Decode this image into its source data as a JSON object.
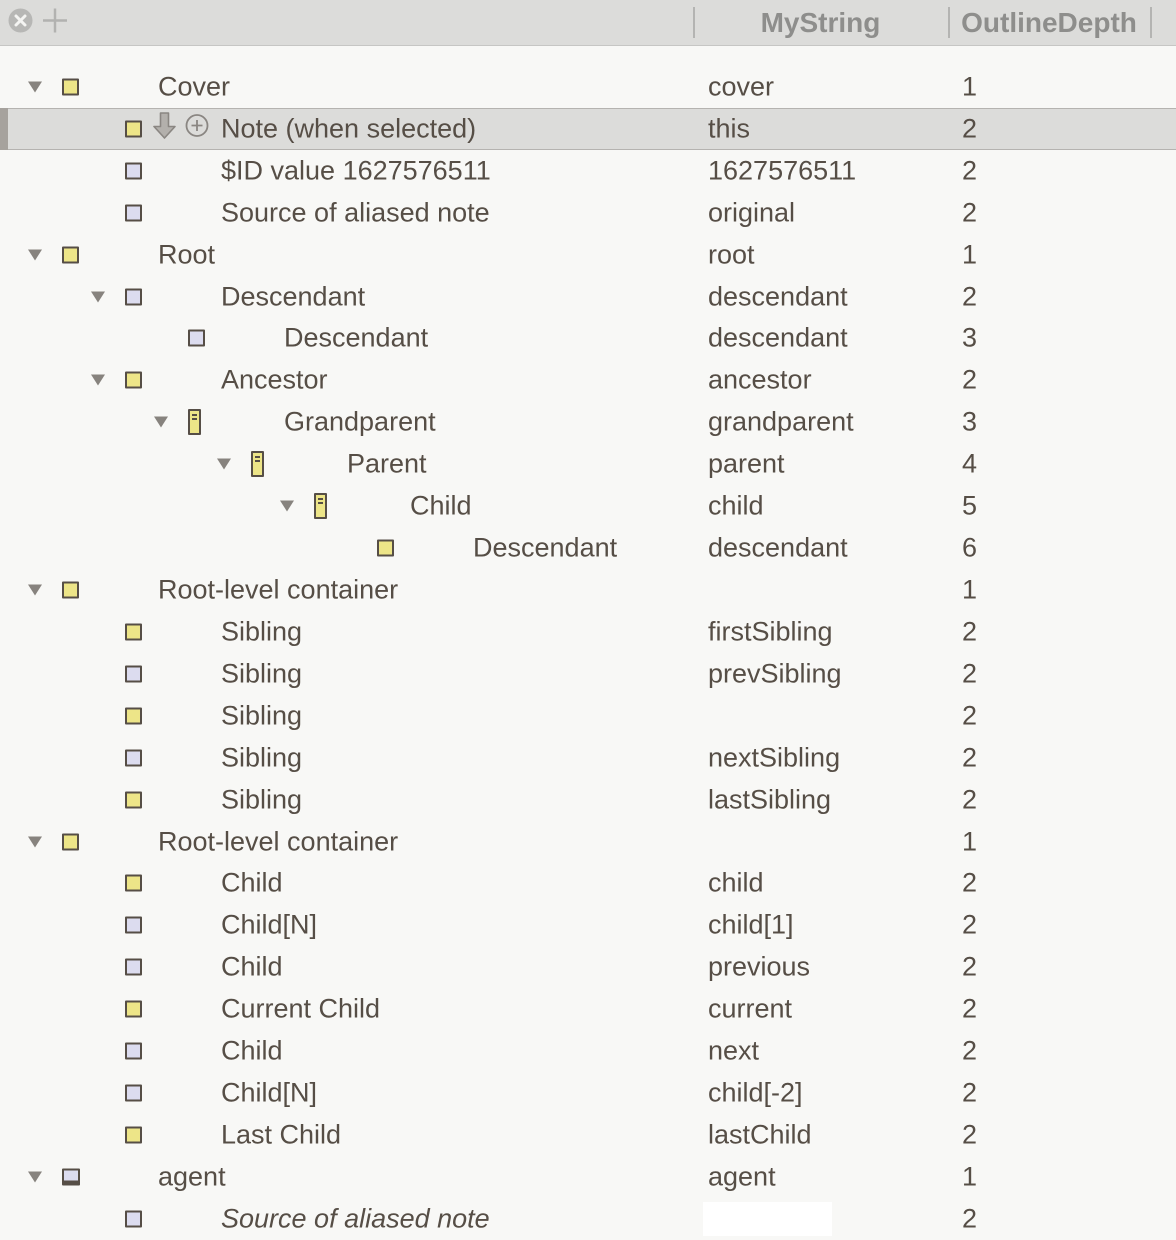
{
  "toolbar": {
    "remove_icon": "circle-x-icon",
    "add_icon": "plus-icon",
    "columns": [
      {
        "label": "MyString"
      },
      {
        "label": "OutlineDepth"
      }
    ]
  },
  "colors": {
    "bg_content": "#f8f8f6",
    "bg_toolbar": "#dcdcda",
    "text_dark": "#564e46",
    "header_text": "#8e8e8c",
    "note_yellow": "#ede588",
    "note_lavender": "#dcdcef",
    "icon_border": "#564e46",
    "triangle_gray": "#87837e",
    "sel_bg": "#dcdcda",
    "sel_border": "#b5b3b0",
    "sel_bar": "#a6a29d",
    "col_sep": "#b4b4b2"
  },
  "outline": {
    "rows": [
      {
        "label": "Cover",
        "mystring": "cover",
        "depth": "1",
        "level": 1,
        "icon": "container-yellow",
        "triangle": true
      },
      {
        "label": "Note (when selected)",
        "mystring": "this",
        "depth": "2",
        "level": 2,
        "icon": "note-yellow",
        "selected": true,
        "badges": [
          "move-down-arrow-icon",
          "add-circle-icon"
        ]
      },
      {
        "label": "$ID value 1627576511",
        "mystring": "1627576511",
        "depth": "2",
        "level": 2,
        "icon": "note-lavender"
      },
      {
        "label": "Source of aliased note",
        "mystring": "original",
        "depth": "2",
        "level": 2,
        "icon": "note-lavender"
      },
      {
        "label": "Root",
        "mystring": "root",
        "depth": "1",
        "level": 1,
        "icon": "container-yellow",
        "triangle": true
      },
      {
        "label": "Descendant",
        "mystring": "descendant",
        "depth": "2",
        "level": 2,
        "icon": "note-lavender",
        "triangle": true
      },
      {
        "label": "Descendant",
        "mystring": "descendant",
        "depth": "3",
        "level": 3,
        "icon": "note-lavender"
      },
      {
        "label": "Ancestor",
        "mystring": "ancestor",
        "depth": "2",
        "level": 2,
        "icon": "container-yellow",
        "triangle": true
      },
      {
        "label": "Grandparent",
        "mystring": "grandparent",
        "depth": "3",
        "level": 3,
        "icon": "note-tall-yellow",
        "triangle": true
      },
      {
        "label": "Parent",
        "mystring": "parent",
        "depth": "4",
        "level": 4,
        "icon": "note-tall-yellow",
        "triangle": true
      },
      {
        "label": "Child",
        "mystring": "child",
        "depth": "5",
        "level": 5,
        "icon": "note-tall-yellow",
        "triangle": true
      },
      {
        "label": "Descendant",
        "mystring": "descendant",
        "depth": "6",
        "level": 6,
        "icon": "note-yellow"
      },
      {
        "label": "Root-level container",
        "mystring": "",
        "depth": "1",
        "level": 1,
        "icon": "container-yellow",
        "triangle": true
      },
      {
        "label": "Sibling",
        "mystring": "firstSibling",
        "depth": "2",
        "level": 2,
        "icon": "note-yellow"
      },
      {
        "label": "Sibling",
        "mystring": "prevSibling",
        "depth": "2",
        "level": 2,
        "icon": "note-lavender"
      },
      {
        "label": "Sibling",
        "mystring": "",
        "depth": "2",
        "level": 2,
        "icon": "note-yellow"
      },
      {
        "label": "Sibling",
        "mystring": "nextSibling",
        "depth": "2",
        "level": 2,
        "icon": "note-lavender"
      },
      {
        "label": "Sibling",
        "mystring": "lastSibling",
        "depth": "2",
        "level": 2,
        "icon": "note-yellow"
      },
      {
        "label": "Root-level container",
        "mystring": "",
        "depth": "1",
        "level": 1,
        "icon": "container-yellow",
        "triangle": true
      },
      {
        "label": "Child",
        "mystring": "child",
        "depth": "2",
        "level": 2,
        "icon": "note-yellow"
      },
      {
        "label": "Child[N]",
        "mystring": "child[1]",
        "depth": "2",
        "level": 2,
        "icon": "note-lavender"
      },
      {
        "label": "Child",
        "mystring": "previous",
        "depth": "2",
        "level": 2,
        "icon": "note-lavender"
      },
      {
        "label": "Current Child",
        "mystring": "current",
        "depth": "2",
        "level": 2,
        "icon": "note-yellow"
      },
      {
        "label": "Child",
        "mystring": "next",
        "depth": "2",
        "level": 2,
        "icon": "note-lavender"
      },
      {
        "label": "Child[N]",
        "mystring": "child[-2]",
        "depth": "2",
        "level": 2,
        "icon": "note-lavender"
      },
      {
        "label": "Last Child",
        "mystring": "lastChild",
        "depth": "2",
        "level": 2,
        "icon": "note-yellow"
      },
      {
        "label": "agent",
        "mystring": "agent",
        "depth": "1",
        "level": 1,
        "icon": "agent-lavender",
        "triangle": true
      },
      {
        "label": "Source of aliased note",
        "mystring": "",
        "depth": "2",
        "level": 2,
        "icon": "note-lavender",
        "italic": true,
        "editing_cell": true
      }
    ]
  }
}
